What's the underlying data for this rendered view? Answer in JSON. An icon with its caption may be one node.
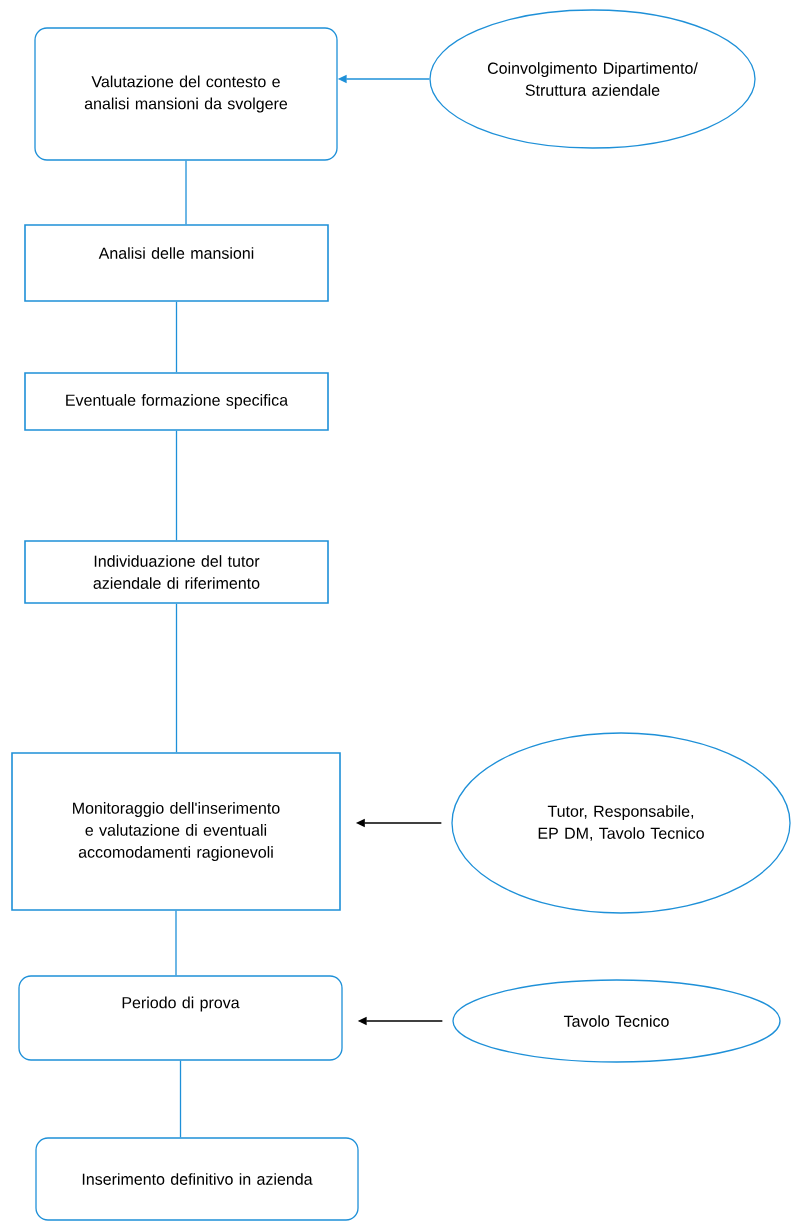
{
  "diagram": {
    "nodes": [
      {
        "text": [
          "Valutazione del contesto e analisi mansioni da svolgere"
        ]
      },
      {
        "text": [
          "Coinvolgimento Dipartimento/ Struttura aziendale"
        ]
      },
      {
        "text": [
          "Analisi delle mansioni"
        ]
      },
      {
        "text": [
          "Eventuale formazione specifica"
        ]
      },
      {
        "text": [
          "Individuazione del tutor aziendale di riferimento"
        ]
      },
      {
        "text": [
          "Monitoraggio dell'inserimento e valutazione di eventuali accomodamenti ragionevoli"
        ]
      },
      {
        "text": [
          "Tutor, Responsabile, EP DM, Tavolo Tecnico"
        ]
      },
      {
        "text": [
          "Periodo di prova"
        ]
      },
      {
        "text": [
          "Tavolo Tecnico"
        ]
      },
      {
        "text": [
          "Inserimento definitivo in azienda"
        ]
      }
    ],
    "edges": [
      {
        "from": 1,
        "to": 0,
        "arrow": "to"
      },
      {
        "from": 0,
        "to": 2,
        "arrow": "none"
      },
      {
        "from": 2,
        "to": 3,
        "arrow": "none"
      },
      {
        "from": 3,
        "to": 4,
        "arrow": "none"
      },
      {
        "from": 4,
        "to": 5,
        "arrow": "none"
      },
      {
        "from": 6,
        "to": 5,
        "arrow": "to",
        "color": "#000000"
      },
      {
        "from": 5,
        "to": 7,
        "arrow": "none"
      },
      {
        "from": 8,
        "to": 7,
        "arrow": "to",
        "color": "#000000"
      },
      {
        "from": 7,
        "to": 9,
        "arrow": "none"
      }
    ]
  }
}
